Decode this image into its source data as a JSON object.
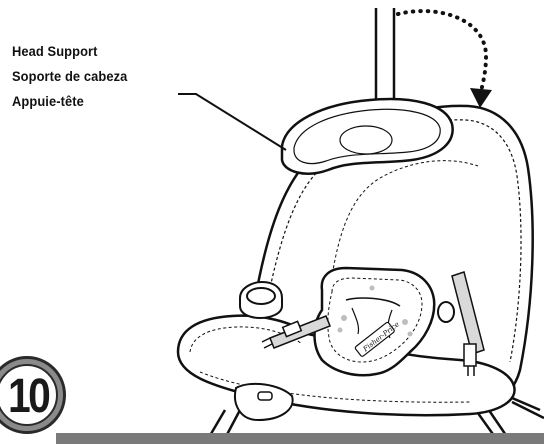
{
  "callout": {
    "label_en": "Head Support",
    "label_es": "Soporte de cabeza",
    "label_fr": "Appuie-tête"
  },
  "step": {
    "number": "10"
  },
  "brand": {
    "logo_text": "Fisher-Price"
  },
  "icons": {
    "motion_arrow": "dotted-curved-arrow-icon"
  }
}
